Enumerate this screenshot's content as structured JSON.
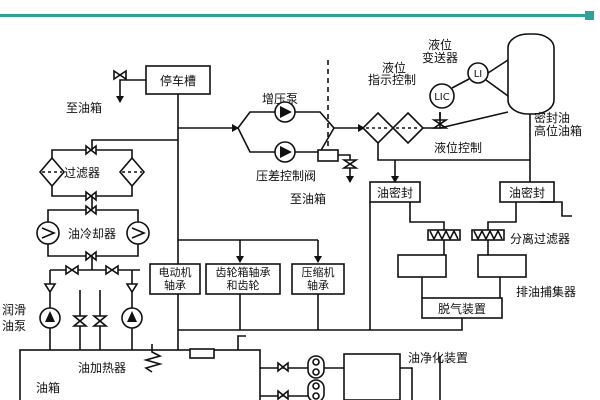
{
  "accent_color": "#2ba29a",
  "labels": {
    "stop_tank": "停车槽",
    "to_oil_tank": "至油箱",
    "booster_pump": "增压泵",
    "dp_valve": "压差控制阀",
    "level_transmitter_1": "液位",
    "level_transmitter_2": "变送器",
    "level_indicator_1": "液位",
    "level_indicator_2": "指示控制",
    "li_tag": "LI",
    "lic_tag": "LIC",
    "level_control": "液位控制",
    "seal_tank_1": "密封油",
    "seal_tank_2": "高位油箱",
    "filter": "过滤器",
    "oil_cooler": "油冷却器",
    "lube_pump_1": "润滑",
    "lube_pump_2": "油泵",
    "motor_bearing_1": "电动机",
    "motor_bearing_2": "轴承",
    "gear_bearing_1": "齿轮箱轴承",
    "gear_bearing_2": "和齿轮",
    "comp_bearing_1": "压缩机",
    "comp_bearing_2": "轴承",
    "oil_seal_left": "油密封",
    "oil_seal_right": "油密封",
    "separation_filter": "分离过滤器",
    "oil_trap": "排油捕集器",
    "degas_unit": "脱气装置",
    "oil_heater": "油加热器",
    "oil_purifier": "油净化装置",
    "oil_tank": "油箱"
  }
}
